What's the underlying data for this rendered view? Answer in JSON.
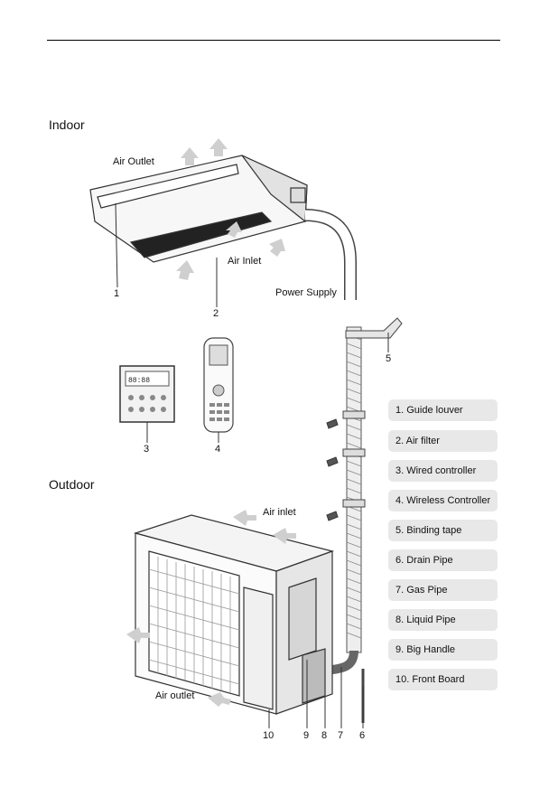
{
  "sections": {
    "indoor": "Indoor",
    "outdoor": "Outdoor"
  },
  "labels": {
    "air_outlet_indoor": "Air Outlet",
    "air_inlet_indoor": "Air Inlet",
    "power_supply": "Power Supply",
    "air_inlet_outdoor": "Air inlet",
    "air_outlet_outdoor": "Air outlet"
  },
  "callouts": [
    "1",
    "2",
    "3",
    "4",
    "5",
    "6",
    "7",
    "8",
    "9",
    "10"
  ],
  "legend": [
    "1. Guide louver",
    "2. Air filter",
    "3. Wired controller",
    "4. Wireless Controller",
    "5. Binding tape",
    "6. Drain Pipe",
    "7. Gas Pipe",
    "8. Liquid Pipe",
    "9. Big Handle",
    "10. Front Board"
  ]
}
